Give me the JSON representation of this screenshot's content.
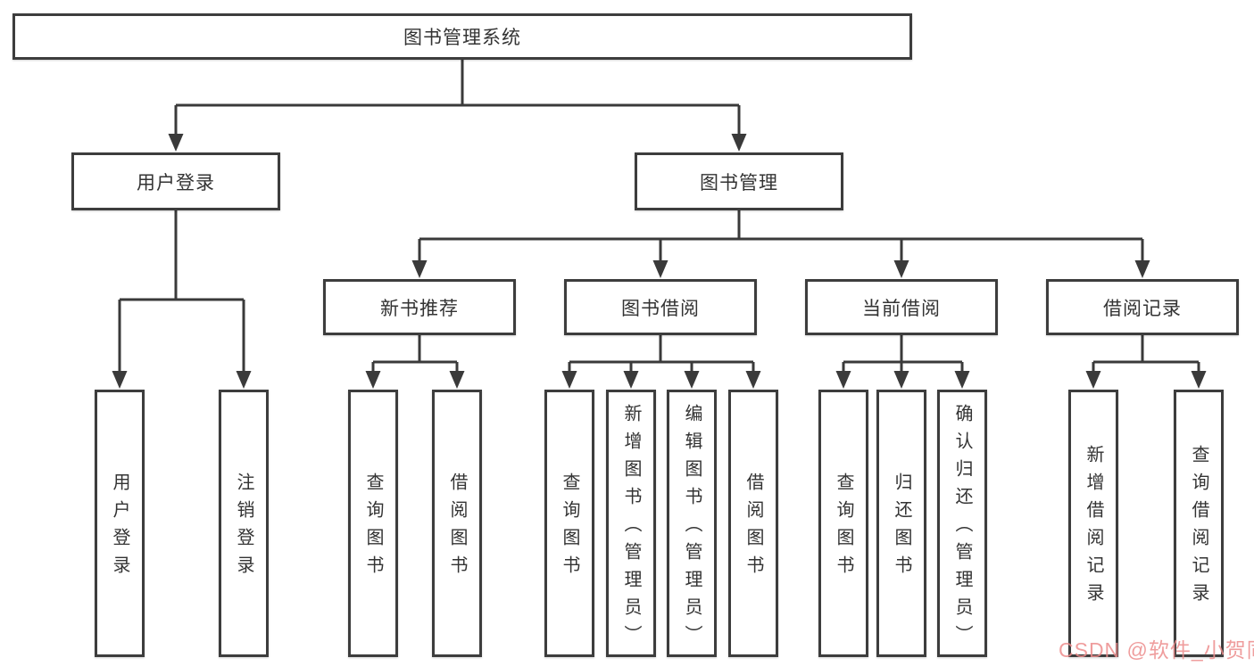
{
  "tree": {
    "root": {
      "label": "图书管理系统"
    },
    "branches": [
      {
        "label": "用户登录",
        "children": [
          "用户登录",
          "注销登录"
        ]
      },
      {
        "label": "图书管理",
        "children": [
          {
            "label": "新书推荐",
            "children": [
              "查询图书",
              "借阅图书"
            ]
          },
          {
            "label": "图书借阅",
            "children": [
              "查询图书",
              "新增图书（管理员）",
              "编辑图书（管理员）",
              "借阅图书"
            ]
          },
          {
            "label": "当前借阅",
            "children": [
              "查询图书",
              "归还图书",
              "确认归还（管理员）"
            ]
          },
          {
            "label": "借阅记录",
            "children": [
              "新增借阅记录",
              "查询借阅记录"
            ]
          }
        ]
      }
    ]
  },
  "watermark": {
    "text": "CSDN @软件_小贺同学",
    "color": "#ec8c8c"
  },
  "colors": {
    "line": "#3a3a3a",
    "box_border": "#3d3d3d",
    "text": "#333333",
    "background": "#ffffff"
  }
}
